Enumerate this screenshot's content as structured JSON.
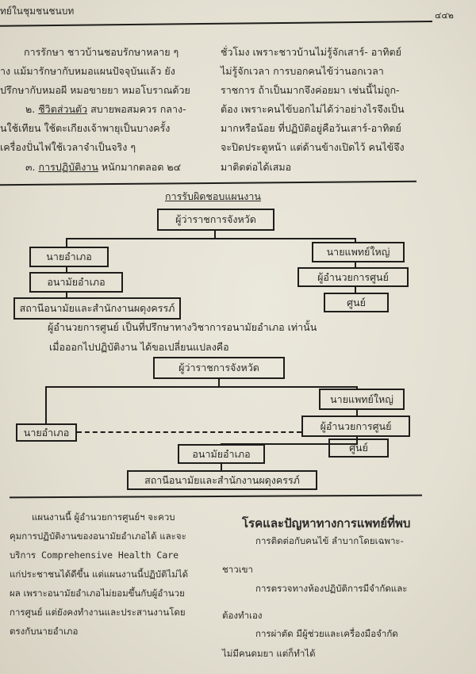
{
  "header": {
    "running_title": "ทย์ในชุมชนชนบท",
    "page_number": "๔๔๒"
  },
  "top_left": [
    "การรักษา ชาวบ้านชอบรักษาหลาย ๆ",
    "าง แม้มารักษากับหมอแผนปัจจุบันแล้ว   ยัง",
    "ปรึกษากับหมอผี หมอขายยา หมอโบราณด้วย",
    {
      "num": "๒.",
      "heading": "ชีวิตส่วนตัว",
      "text": " สบายพอสมควร กลาง-"
    },
    "นใช้เทียน   ใช้ตะเกียงเจ้าพายุเป็นบางครั้ง",
    "เครื่องปั่นไฟใช้เวลาจำเป็นจริง ๆ",
    {
      "num": "๓.",
      "heading": "การปฏิบัติงาน",
      "text": " หนักมากตลอด  ๒๔"
    }
  ],
  "top_right": [
    "ชั่วโมง  เพราะชาวบ้านไม่รู้จักเสาร์- อาทิตย์",
    "ไม่รู้จักเวลา        การบอกคนไข้ว่านอกเวลา",
    "ราชการ ถ้าเป็นมากจึงค่อยมา   เช่นนี้ไม่ถูก-",
    "ต้อง  เพราะคนไข้บอกไม่ได้ว่าอย่างไรจึงเป็น",
    "มากหรือน้อย    ที่ปฏิบัติอยู่คือวันเสาร์-อาทิตย์",
    "จะปิดประตูหน้า  แต่ด้านข้างเปิดไว้   คนไข้จึง",
    "มาติดต่อได้เสมอ"
  ],
  "diagram1": {
    "title": "การรับผิดชอบแผนงาน",
    "governor": "ผู้ว่าราชการจังหวัด",
    "district_officer": "นายอำเภอ",
    "district_health": "อนามัยอำเภอ",
    "health_station": "สถานีอนามัยและสำนักงานผดุงครรภ์",
    "chief_physician": "นายแพทย์ใหญ่",
    "center_director": "ผู้อำนวยการศูนย์",
    "center": "ศูนย์"
  },
  "middle_text": [
    "ผู้อำนวยการศูนย์ เป็นที่ปรึกษาทางวิชาการอนามัยอำเภอ เท่านั้น",
    "เมื่อออกไปปฏิบัติงาน  ได้ขอเปลี่ยนแปลงคือ"
  ],
  "diagram2": {
    "governor": "ผู้ว่าราชการจังหวัด",
    "chief_physician": "นายแพทย์ใหญ่",
    "center_director": "ผู้อำนวยการศูนย์",
    "district_officer": "นายอำเภอ",
    "center": "ศูนย์",
    "district_health": "อนามัยอำเภอ",
    "health_station": "สถานีอนามัยและสำนักงานผดุงครรภ์"
  },
  "bottom_left": [
    "แผนงานนี้   ผู้อำนวยการศูนย์ฯ จะควบ",
    "คุมการปฏิบัติงานของอนามัยอำเภอได้  และจะ",
    "บริการ Comprehensive Health   Care",
    "แก่ประชาชนได้ดีขึ้น   แต่แผนงานนี้ปฏิบัติไม่ได้",
    "ผล  เพราะอนามัยอำเภอไม่ยอมขึ้นกับผู้อำนวย",
    "การศูนย์ แต่ยังคงทำงานและประสานงานโดย",
    "ตรงกับนายอำเภอ"
  ],
  "bottom_right": {
    "heading": "โรคและปัญหาทางการแพทย์ที่พบ",
    "lines": [
      "การติดต่อกับคนไข้  ลำบากโดยเฉพาะ-",
      "ชาวเขา",
      "การตรวจทางห้องปฏิบัติการมีจำกัดและ",
      "ต้องทำเอง",
      "การผ่าตัด   มีผู้ช่วยและเครื่องมือจำกัด",
      "ไม่มีคนดมยา  แต่ก็ทำได้"
    ]
  }
}
